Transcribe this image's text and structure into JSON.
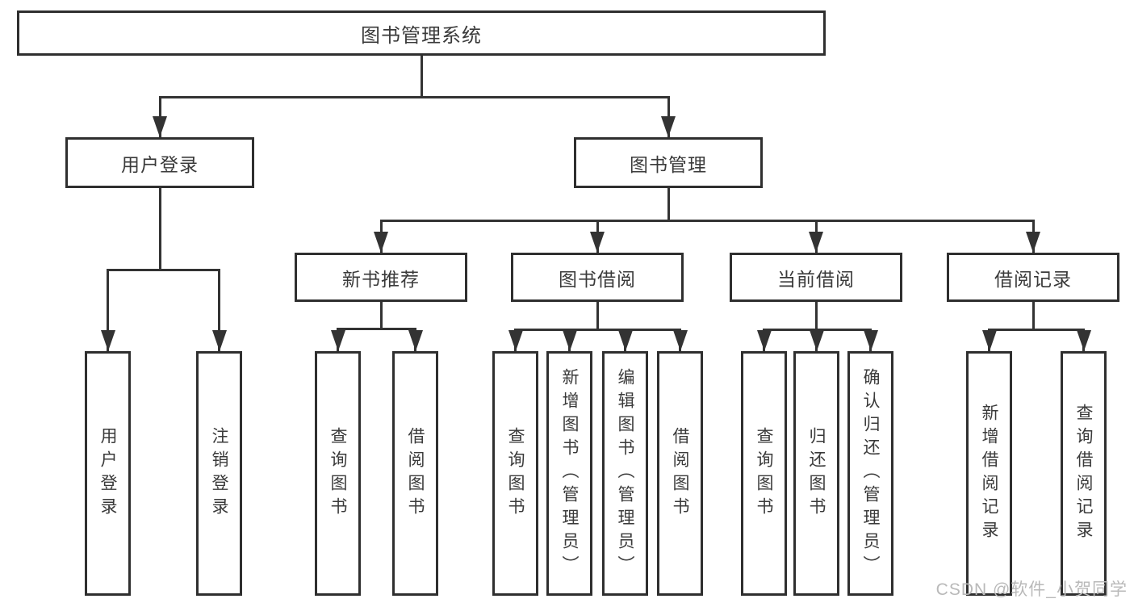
{
  "tree": {
    "label": "图书管理系统",
    "children": [
      {
        "label": "用户登录",
        "children": [
          {
            "label": "用户登录"
          },
          {
            "label": "注销登录"
          }
        ]
      },
      {
        "label": "图书管理",
        "children": [
          {
            "label": "新书推荐",
            "children": [
              {
                "label": "查询图书"
              },
              {
                "label": "借阅图书"
              }
            ]
          },
          {
            "label": "图书借阅",
            "children": [
              {
                "label": "查询图书"
              },
              {
                "label": "新增图书（管理员）"
              },
              {
                "label": "编辑图书（管理员）"
              },
              {
                "label": "借阅图书"
              }
            ]
          },
          {
            "label": "当前借阅",
            "children": [
              {
                "label": "查询图书"
              },
              {
                "label": "归还图书"
              },
              {
                "label": "确认归还（管理员）"
              }
            ]
          },
          {
            "label": "借阅记录",
            "children": [
              {
                "label": "新增借阅记录"
              },
              {
                "label": "查询借阅记录"
              }
            ]
          }
        ]
      }
    ]
  },
  "watermark": {
    "text": "CSDN @软件_小贺同学"
  },
  "colors": {
    "line": "#333333",
    "box_border": "#2f2f2f",
    "text": "#3a3a3a",
    "watermark": "#b9b9b9",
    "background": "#ffffff"
  }
}
